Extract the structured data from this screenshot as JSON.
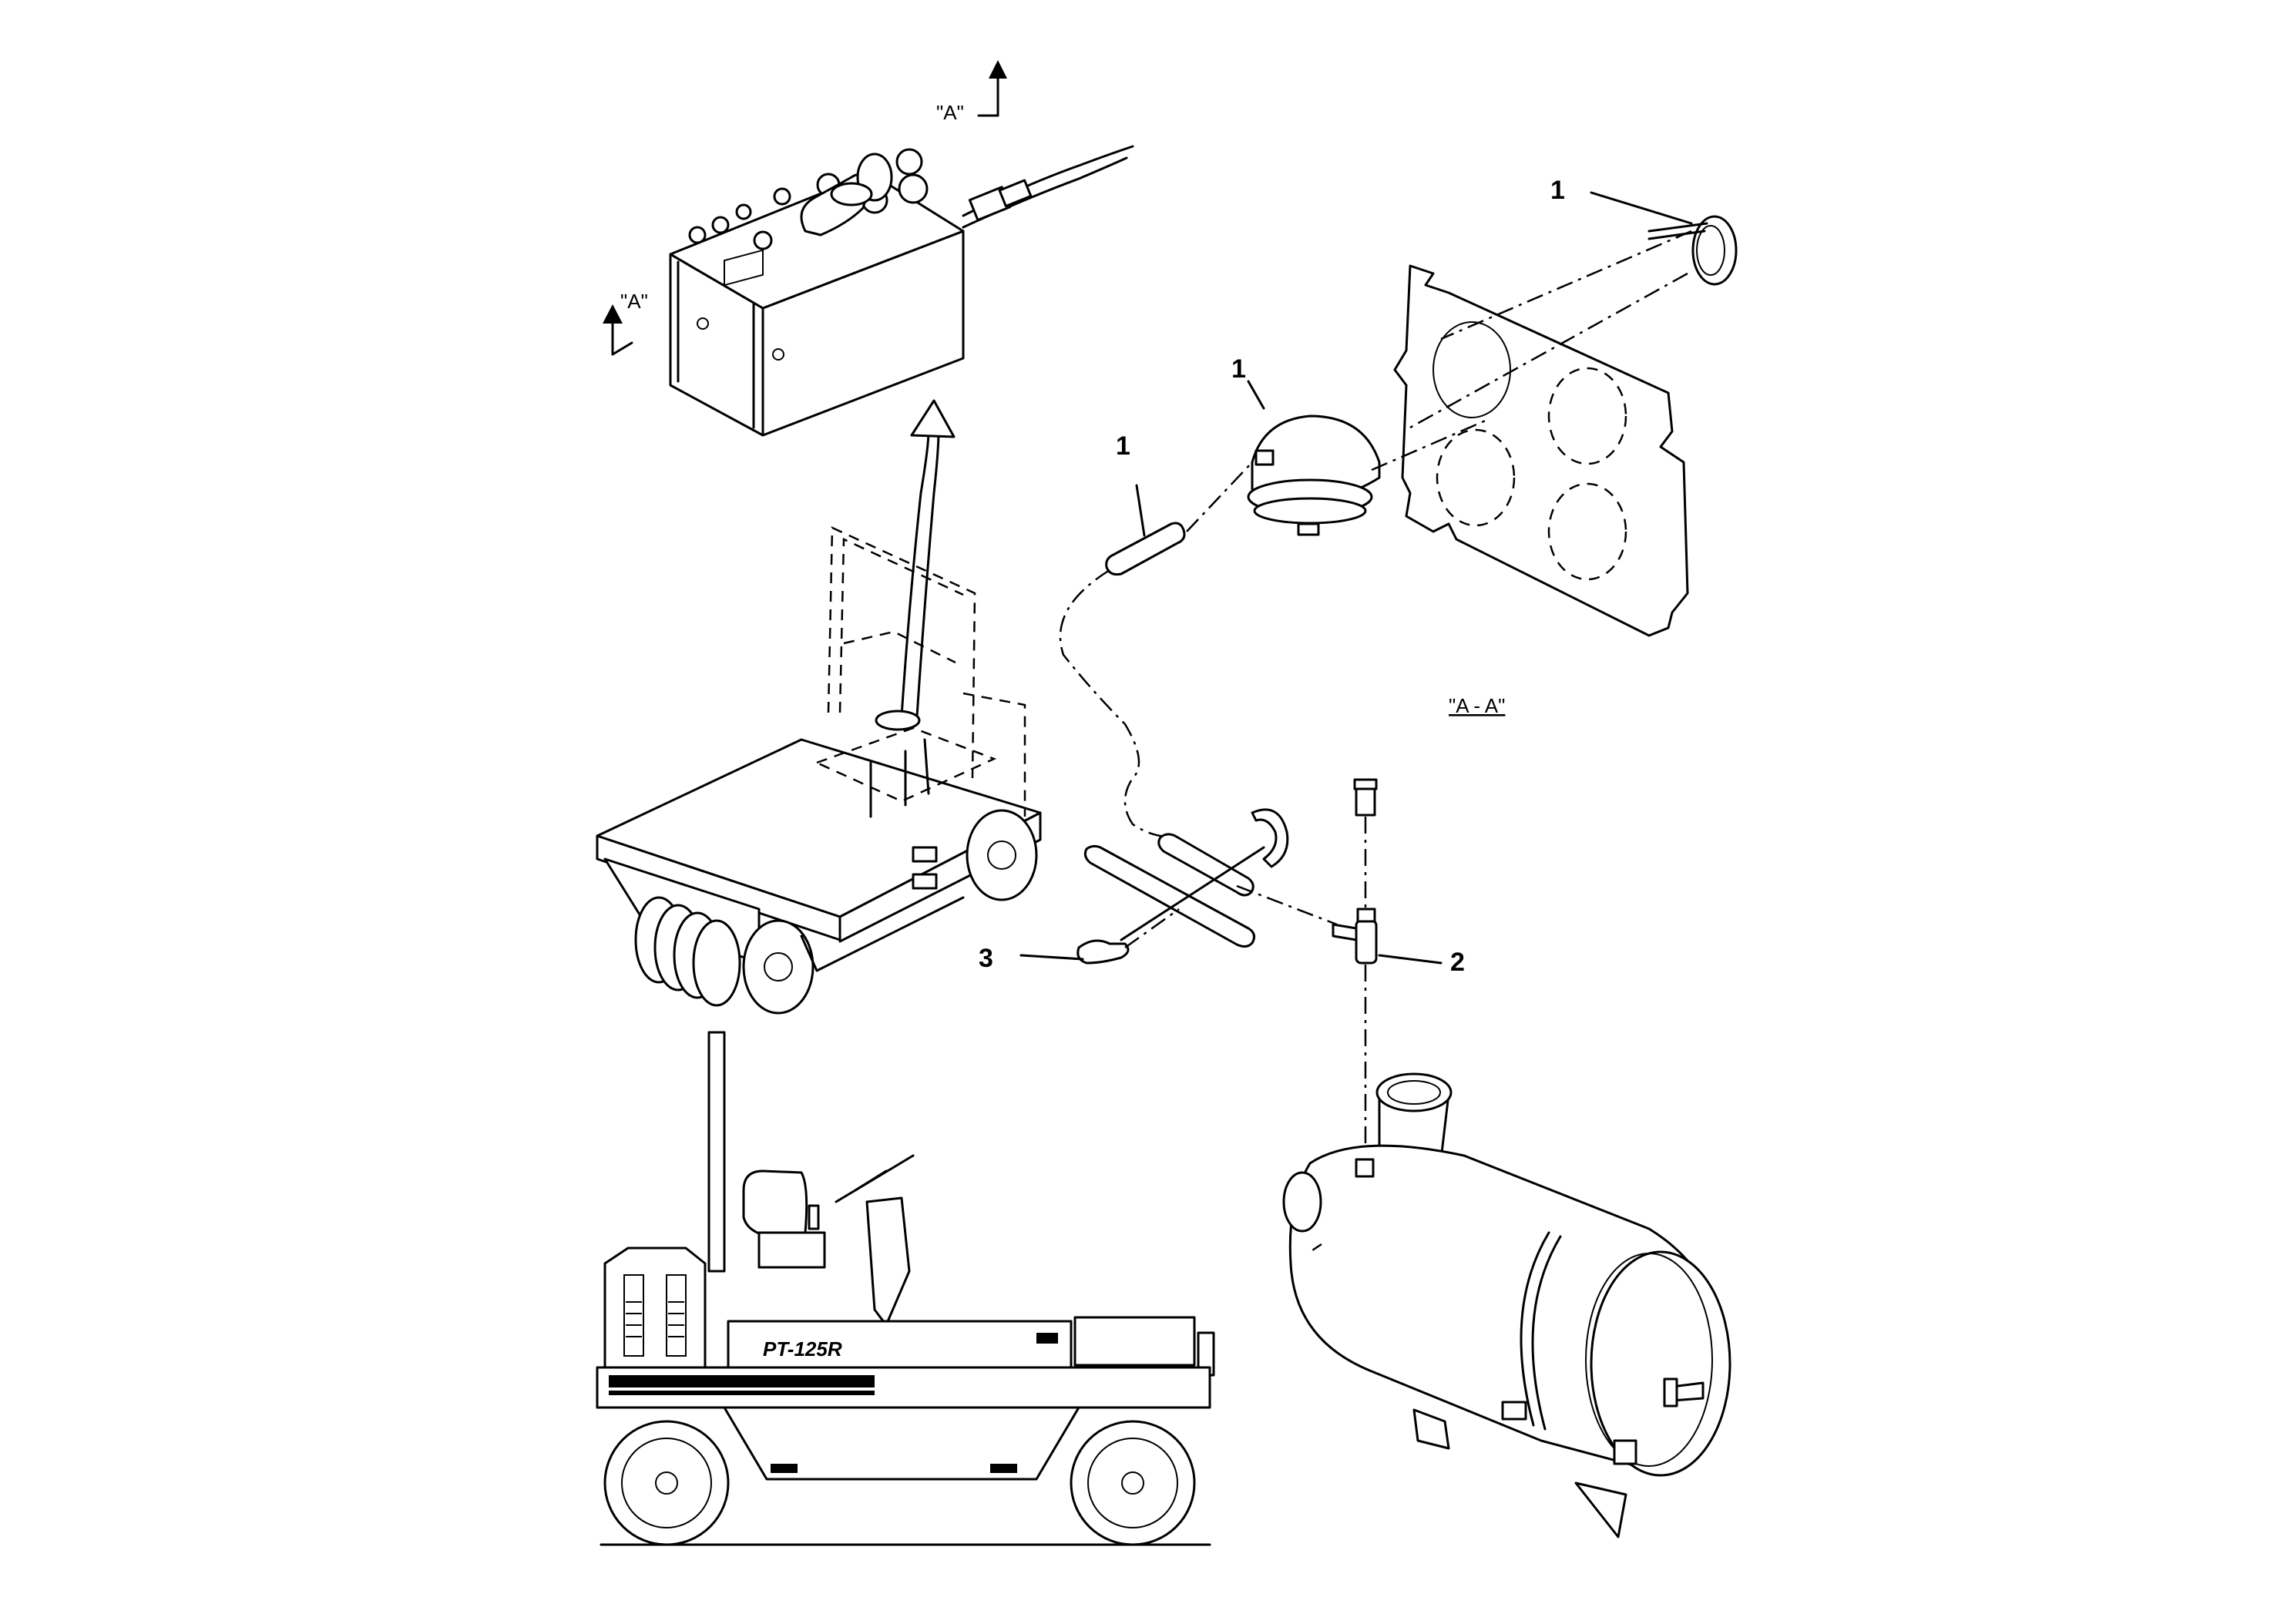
{
  "diagram": {
    "callouts": [
      {
        "id": "c1a",
        "text": "1"
      },
      {
        "id": "c1b",
        "text": "1"
      },
      {
        "id": "c1c",
        "text": "1"
      },
      {
        "id": "c2",
        "text": "2"
      },
      {
        "id": "c3",
        "text": "3"
      }
    ],
    "section_marks": {
      "top": "\"A\"",
      "left": "\"A\""
    },
    "section_view_label": "\"A - A\"",
    "machine_model": "PT-125R"
  },
  "icons": {
    "control_box": "control-console-illustration",
    "roller_iso": "pneumatic-roller-isometric",
    "roller_side": "pneumatic-roller-side",
    "air_filter": "air-filter-canister",
    "indicator": "restriction-indicator"
  }
}
